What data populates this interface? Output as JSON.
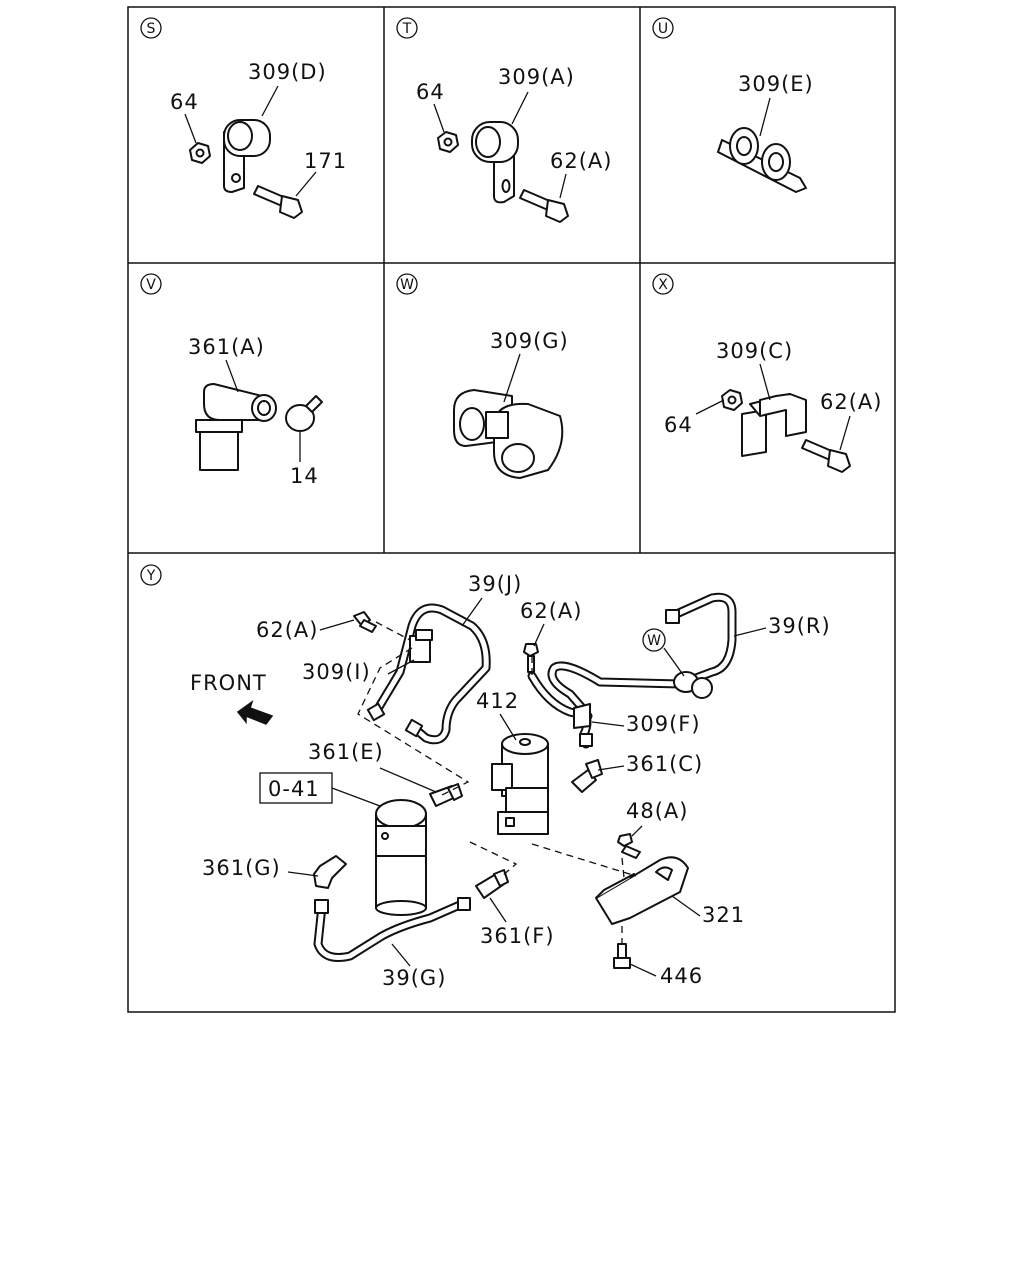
{
  "panels": {
    "S": {
      "mark": "S",
      "labels": {
        "a": "309(D)",
        "b": "64",
        "c": "171"
      }
    },
    "T": {
      "mark": "T",
      "labels": {
        "a": "309(A)",
        "b": "64",
        "c": "62(A)"
      }
    },
    "U": {
      "mark": "U",
      "labels": {
        "a": "309(E)"
      }
    },
    "V": {
      "mark": "V",
      "labels": {
        "a": "361(A)",
        "b": "14"
      }
    },
    "W": {
      "mark": "W",
      "labels": {
        "a": "309(G)"
      }
    },
    "X": {
      "mark": "X",
      "labels": {
        "a": "309(C)",
        "b": "62(A)",
        "c": "64"
      }
    },
    "Y": {
      "mark": "Y",
      "front": "FRONT",
      "ref_box": "0-41",
      "inner_mark": "W",
      "labels": {
        "39J": "39(J)",
        "62A_1": "62(A)",
        "62A_2": "62(A)",
        "39R": "39(R)",
        "309I": "309(I)",
        "412": "412",
        "309F": "309(F)",
        "361E": "361(E)",
        "361C": "361(C)",
        "48A": "48(A)",
        "361G": "361(G)",
        "321": "321",
        "361F": "361(F)",
        "446": "446",
        "39G": "39(G)"
      }
    }
  }
}
